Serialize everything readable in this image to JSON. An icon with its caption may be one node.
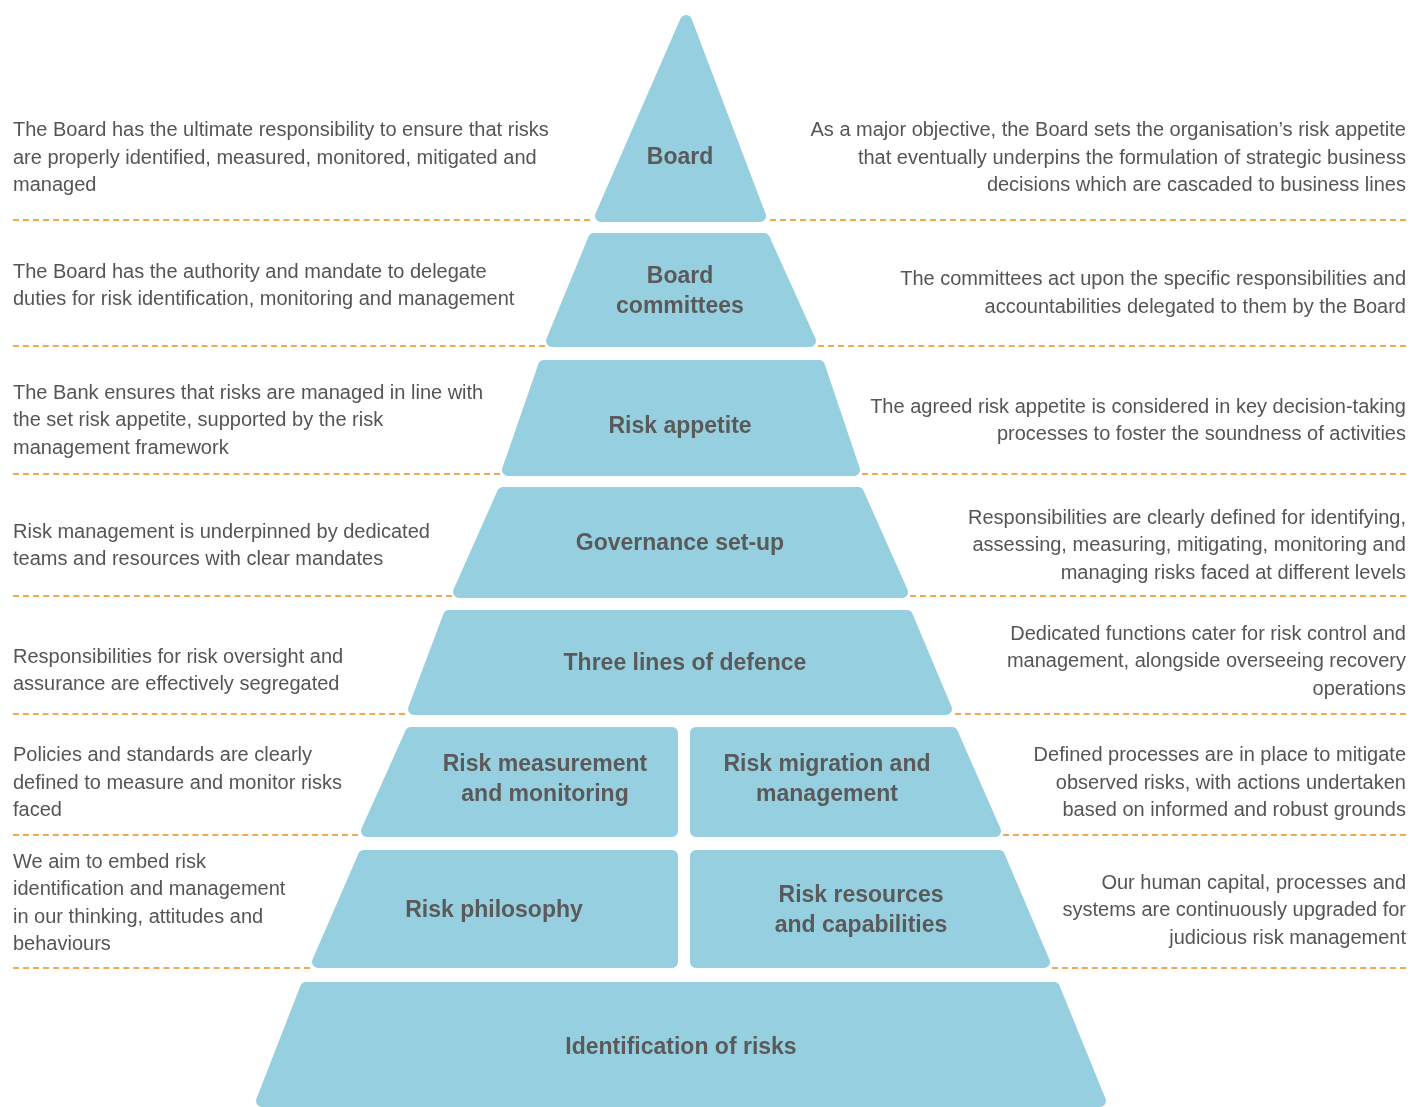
{
  "diagram": {
    "nodes": [
      {
        "text": [
          "Board"
        ]
      },
      {
        "text": [
          "Board committees"
        ]
      },
      {
        "text": [
          "Risk appetite"
        ]
      },
      {
        "text": [
          "Governance set-up"
        ]
      },
      {
        "text": [
          "Three lines of defence"
        ]
      },
      {
        "text": [
          "Risk measurement and monitoring"
        ]
      },
      {
        "text": [
          "Risk migration and management"
        ]
      },
      {
        "text": [
          "Risk philosophy"
        ]
      },
      {
        "text": [
          "Risk resources and capabilities"
        ]
      },
      {
        "text": [
          "Identification of risks"
        ]
      }
    ],
    "edges": [],
    "labels": [
      "The Board has the ultimate responsibility to ensure that risks are properly identified, measured, monitored, mitigated and managed",
      "As a major objective, the Board sets the organisation’s risk appetite that eventually underpins the formulation of strategic business decisions which are cascaded to business lines",
      "The Board has the authority and mandate to delegate duties for risk identification, monitoring and management",
      "The committees act upon the specific responsibilities and accountabilities delegated to them by the Board",
      "The Bank ensures that risks are managed in line with the set risk appetite, supported by the risk management framework",
      "The agreed risk appetite is considered in key decision-taking processes to foster the soundness of activities",
      "Risk management is underpinned by dedicated teams and resources with clear mandates",
      "Responsibilities are clearly defined for identifying, assessing, measuring, mitigating, monitoring and managing risks faced at different levels",
      "Responsibilities for risk oversight and assurance are effectively segregated",
      "Dedicated functions cater for risk control and management, alongside overseeing recovery operations",
      "Policies and standards are clearly defined to measure and monitor risks faced",
      "Defined processes are in place to mitigate observed risks, with actions undertaken based on informed and robust grounds",
      "We aim to embed risk identification and management in our thinking, attitudes and behaviours",
      "Our human capital, processes and systems are continuously upgraded for judicious risk management"
    ]
  }
}
